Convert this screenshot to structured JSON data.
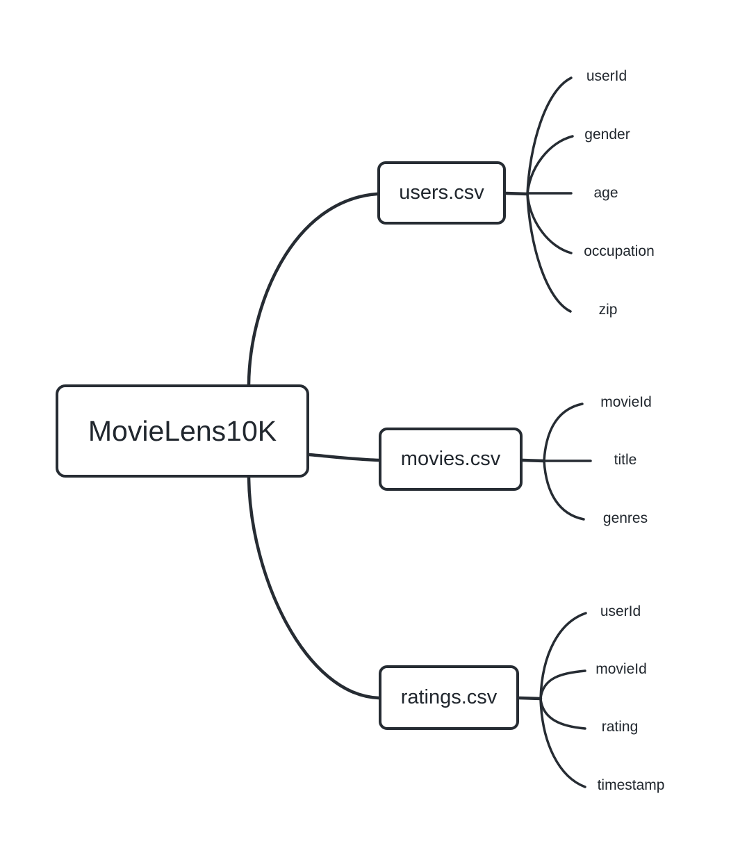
{
  "diagram": {
    "type": "mindmap",
    "root": {
      "label": "MovieLens10K"
    },
    "children": [
      {
        "label": "users.csv",
        "leaves": [
          "userId",
          "gender",
          "age",
          "occupation",
          "zip"
        ]
      },
      {
        "label": "movies.csv",
        "leaves": [
          "movieId",
          "title",
          "genres"
        ]
      },
      {
        "label": "ratings.csv",
        "leaves": [
          "userId",
          "movieId",
          "rating",
          "timestamp"
        ]
      }
    ],
    "colors": {
      "stroke": "#262c33",
      "text": "#21272e",
      "background": "#ffffff",
      "node_fill": "#ffffff"
    }
  }
}
